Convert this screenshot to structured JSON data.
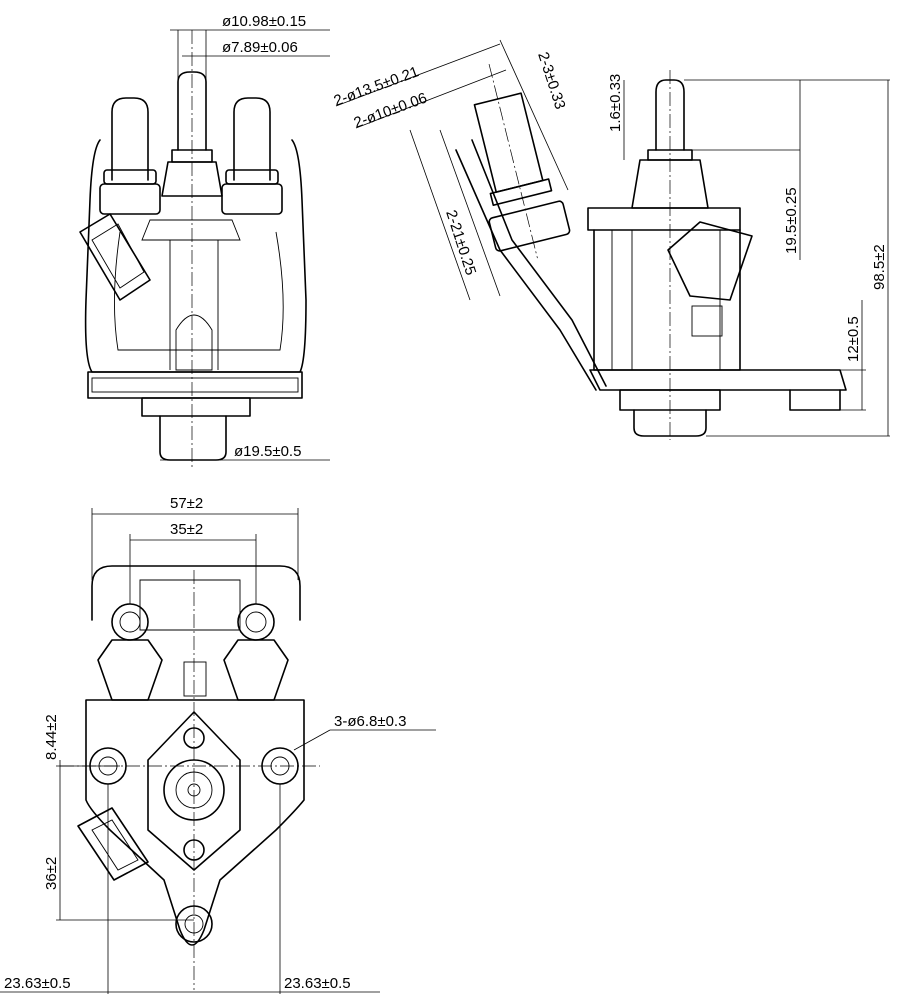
{
  "dimensions": {
    "front_view": {
      "top_outer_dia": "ø10.98±0.15",
      "top_inner_dia": "ø7.89±0.06",
      "bottom_outlet_dia": "ø19.5±0.5"
    },
    "side_view": {
      "inlet_outer_dia": "2-ø13.5±0.21",
      "inlet_inner_dia": "2-ø10±0.06",
      "inlet_spacing": "2-3±0.33",
      "inlet_length": "2-21±0.25",
      "tip_length": "1.6±0.33",
      "stem_height": "19.5±0.25",
      "overall_height": "98.5±2",
      "flange_height": "12±0.5"
    },
    "bottom_view": {
      "overall_width": "57±2",
      "port_spacing": "35±2",
      "mount_holes": "3-ø6.8±0.3",
      "hole_offset_top": "8.44±2",
      "hole_offset_vertical": "36±2",
      "hole_offset_left": "23.63±0.5",
      "hole_offset_right": "23.63±0.5"
    }
  }
}
